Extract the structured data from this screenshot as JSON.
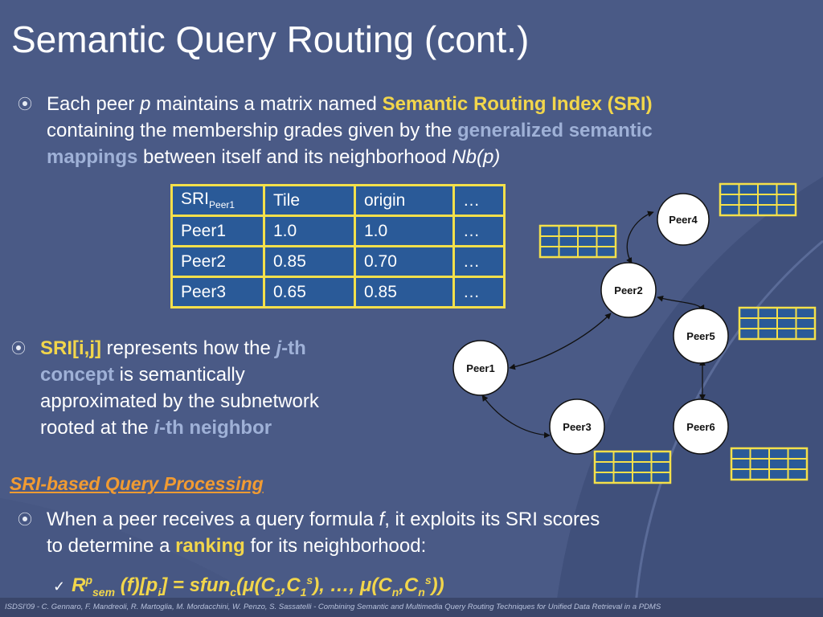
{
  "slide": {
    "title": "Semantic Query Routing (cont.)"
  },
  "bullet1": {
    "t1": "Each peer ",
    "t2": "p",
    "t3": " maintains a matrix named ",
    "t4": "Semantic Routing Index (SRI)",
    "t5": "containing the membership grades given by the ",
    "t6": "generalized semantic",
    "t7": "mappings",
    "t8": " between itself and its neighborhood ",
    "t9": "Nb(p)"
  },
  "table": {
    "header": {
      "sri": "SRI",
      "sri_sub": "Peer1",
      "c1": "Tile",
      "c2": "origin",
      "c3": "…"
    },
    "rows": [
      {
        "peer": "Peer1",
        "v1": "1.0",
        "v2": "1.0",
        "v3": "…"
      },
      {
        "peer": "Peer2",
        "v1": "0.85",
        "v2": "0.70",
        "v3": "…"
      },
      {
        "peer": "Peer3",
        "v1": "0.65",
        "v2": "0.85",
        "v3": "…"
      }
    ]
  },
  "bullet2": {
    "t1": "SRI[i,j]",
    "t2": " represents how the ",
    "t3": "j",
    "t4": "-th",
    "t5": "concept",
    "t6": " is semantically",
    "t7": "approximated by the subnetwork",
    "t8": "rooted at the ",
    "t9": "i",
    "t10": "-th neighbor"
  },
  "section": {
    "title": "SRI-based Query Processing"
  },
  "bullet3": {
    "t1": "When a peer receives a query formula ",
    "t2": "f",
    "t3": ", it exploits its SRI scores",
    "t4": "to determine a ",
    "t5": "ranking",
    "t6": " for its neighborhood:"
  },
  "formula": {
    "r": "R",
    "p": "p",
    "sem": "sem",
    "a": " (f)[p",
    "i": "i",
    "b": "] = sfun",
    "c": "c",
    "d": "(μ(C",
    "one": "1",
    "e": ",C",
    "one2": "1",
    "s": "s",
    "f": "), …, μ(C",
    "n": "n",
    "g": ",C",
    "n2": "n",
    "s2": "s",
    "h": "))"
  },
  "diagram": {
    "nodes": {
      "peer1": "Peer1",
      "peer2": "Peer2",
      "peer3": "Peer3",
      "peer4": "Peer4",
      "peer5": "Peer5",
      "peer6": "Peer6"
    }
  },
  "footer": {
    "text": "ISDSI'09   -   C. Gennaro, F. Mandreoli, R. Martoglia, M. Mordacchini, W. Penzo, S. Sassatelli   -   Combining Semantic and Multimedia Query Routing Techniques for Unified Data Retrieval in a PDMS"
  },
  "colors": {
    "background": "#4a5a86",
    "highlight_yellow": "#f2d64b",
    "highlight_blue": "#9fb1d7",
    "section_orange": "#f19b32",
    "table_fill": "#2a5a98",
    "table_border": "#f4e04a"
  }
}
